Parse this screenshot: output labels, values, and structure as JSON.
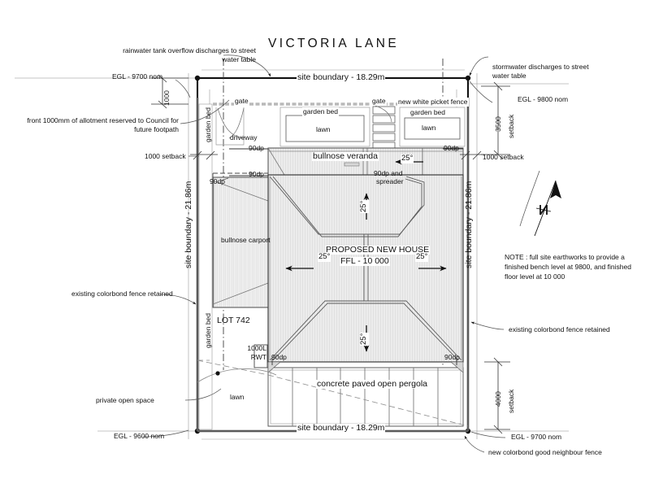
{
  "drawing": {
    "street_title": "VICTORIA LANE",
    "north_label": "N"
  },
  "boundaries": {
    "top": "site boundary - 18.29m",
    "bottom": "site boundary - 18.29m",
    "left": "site boundary - 21.86m",
    "right": "site boundary - 21.86m"
  },
  "levels": {
    "top_left": "EGL - 9700 nom",
    "top_right": "EGL - 9800 nom",
    "bottom_left": "EGL - 9600 nom",
    "bottom_right": "EGL - 9700 nom"
  },
  "setbacks": {
    "front_left": "1000 setback",
    "front_right": "1000 setback",
    "front_dim": "1000",
    "top_right_dim": "3500",
    "top_right_word": "setback",
    "bottom_right_dim": "4000",
    "bottom_right_word": "setback"
  },
  "annotations": {
    "rainwater": "rainwater tank overflow\ndischarges to street water table",
    "stormwater": "stormwater discharges\nto street water table",
    "council_footpath": "front 1000mm of allotment reserved\nto Council for future footpath",
    "fence_left": "existing colorbond fence retained",
    "fence_right": "existing colorbond fence retained",
    "private_open_space": "private open space",
    "new_fence_bottom": "new colorbond good neighbour fence",
    "picket_fence": "new white picket fence",
    "note": "NOTE : full site earthworks to provide\na finished bench level at 9800, and\nfinished floor level at 10 000"
  },
  "site_features": {
    "lot": "LOT 742",
    "house_title": "PROPOSED NEW HOUSE",
    "house_ffl": "FFL - 10 000",
    "veranda": "bullnose veranda",
    "carport": "bullnose carport",
    "pergola": "concrete paved open pergola",
    "driveway": "driveway",
    "rwt": "1000L\nRWT",
    "rwt_line1": "1000L",
    "rwt_line2": "RWT",
    "gate_left": "gate",
    "gate_right": "gate",
    "garden_bed_left_vert": "garden bed",
    "garden_bed_lower_vert": "garden bed",
    "garden_bed_top_1": "garden bed",
    "garden_bed_top_2": "garden bed",
    "lawn_top_1": "lawn",
    "lawn_top_2": "lawn",
    "lawn_bottom": "lawn"
  },
  "downpipes": {
    "dp": "90dp",
    "dp_spreader": "90dp and\nspreader",
    "dp_spreader_l1": "90dp and",
    "dp_spreader_l2": "spreader"
  },
  "pitch": {
    "value": "25°"
  },
  "colors": {
    "ink": "#111111",
    "line": "#333333",
    "roof_fill": "#e9e9e9",
    "hatch": "#c9c9c9",
    "fence": "#bfbfbf"
  }
}
